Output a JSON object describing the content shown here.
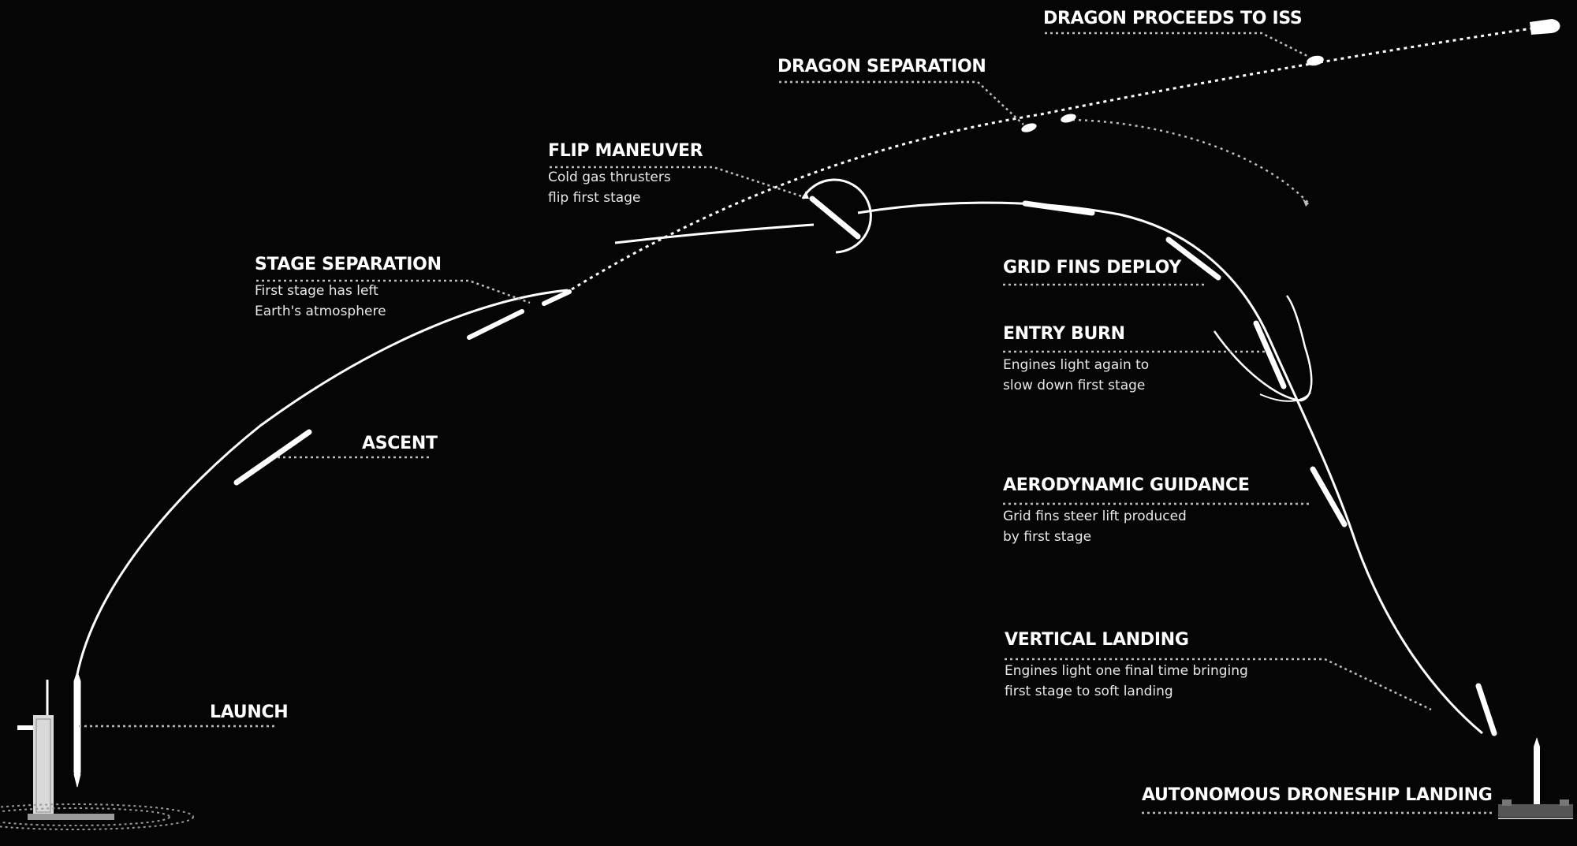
{
  "stages": {
    "dragon_iss": {
      "title": "DRAGON PROCEEDS TO ISS"
    },
    "dragon_sep": {
      "title": "DRAGON SEPARATION"
    },
    "flip": {
      "title": "FLIP MANEUVER",
      "desc_1": "Cold gas thrusters",
      "desc_2": "flip first stage"
    },
    "stage_sep": {
      "title": "STAGE SEPARATION",
      "desc_1": "First stage has left",
      "desc_2": "Earth's atmosphere"
    },
    "ascent": {
      "title": "ASCENT"
    },
    "launch": {
      "title": "LAUNCH"
    },
    "grid_fins": {
      "title": "GRID FINS DEPLOY"
    },
    "entry_burn": {
      "title": "ENTRY BURN",
      "desc_1": "Engines light again to",
      "desc_2": "slow down first stage"
    },
    "aero": {
      "title": "AERODYNAMIC GUIDANCE",
      "desc_1": "Grid fins steer lift produced",
      "desc_2": "by first stage"
    },
    "vertical": {
      "title": "VERTICAL LANDING",
      "desc_1": "Engines light one final time bringing",
      "desc_2": "first stage to soft landing"
    },
    "droneship": {
      "title": "AUTONOMOUS DRONESHIP LANDING"
    }
  },
  "colors": {
    "background": "#050505",
    "trajectory": "#ffffff",
    "leader": "#bdbdbd"
  },
  "icons": [
    "launch-tower-icon",
    "rocket-icon",
    "dragon-capsule-icon",
    "droneship-icon"
  ]
}
